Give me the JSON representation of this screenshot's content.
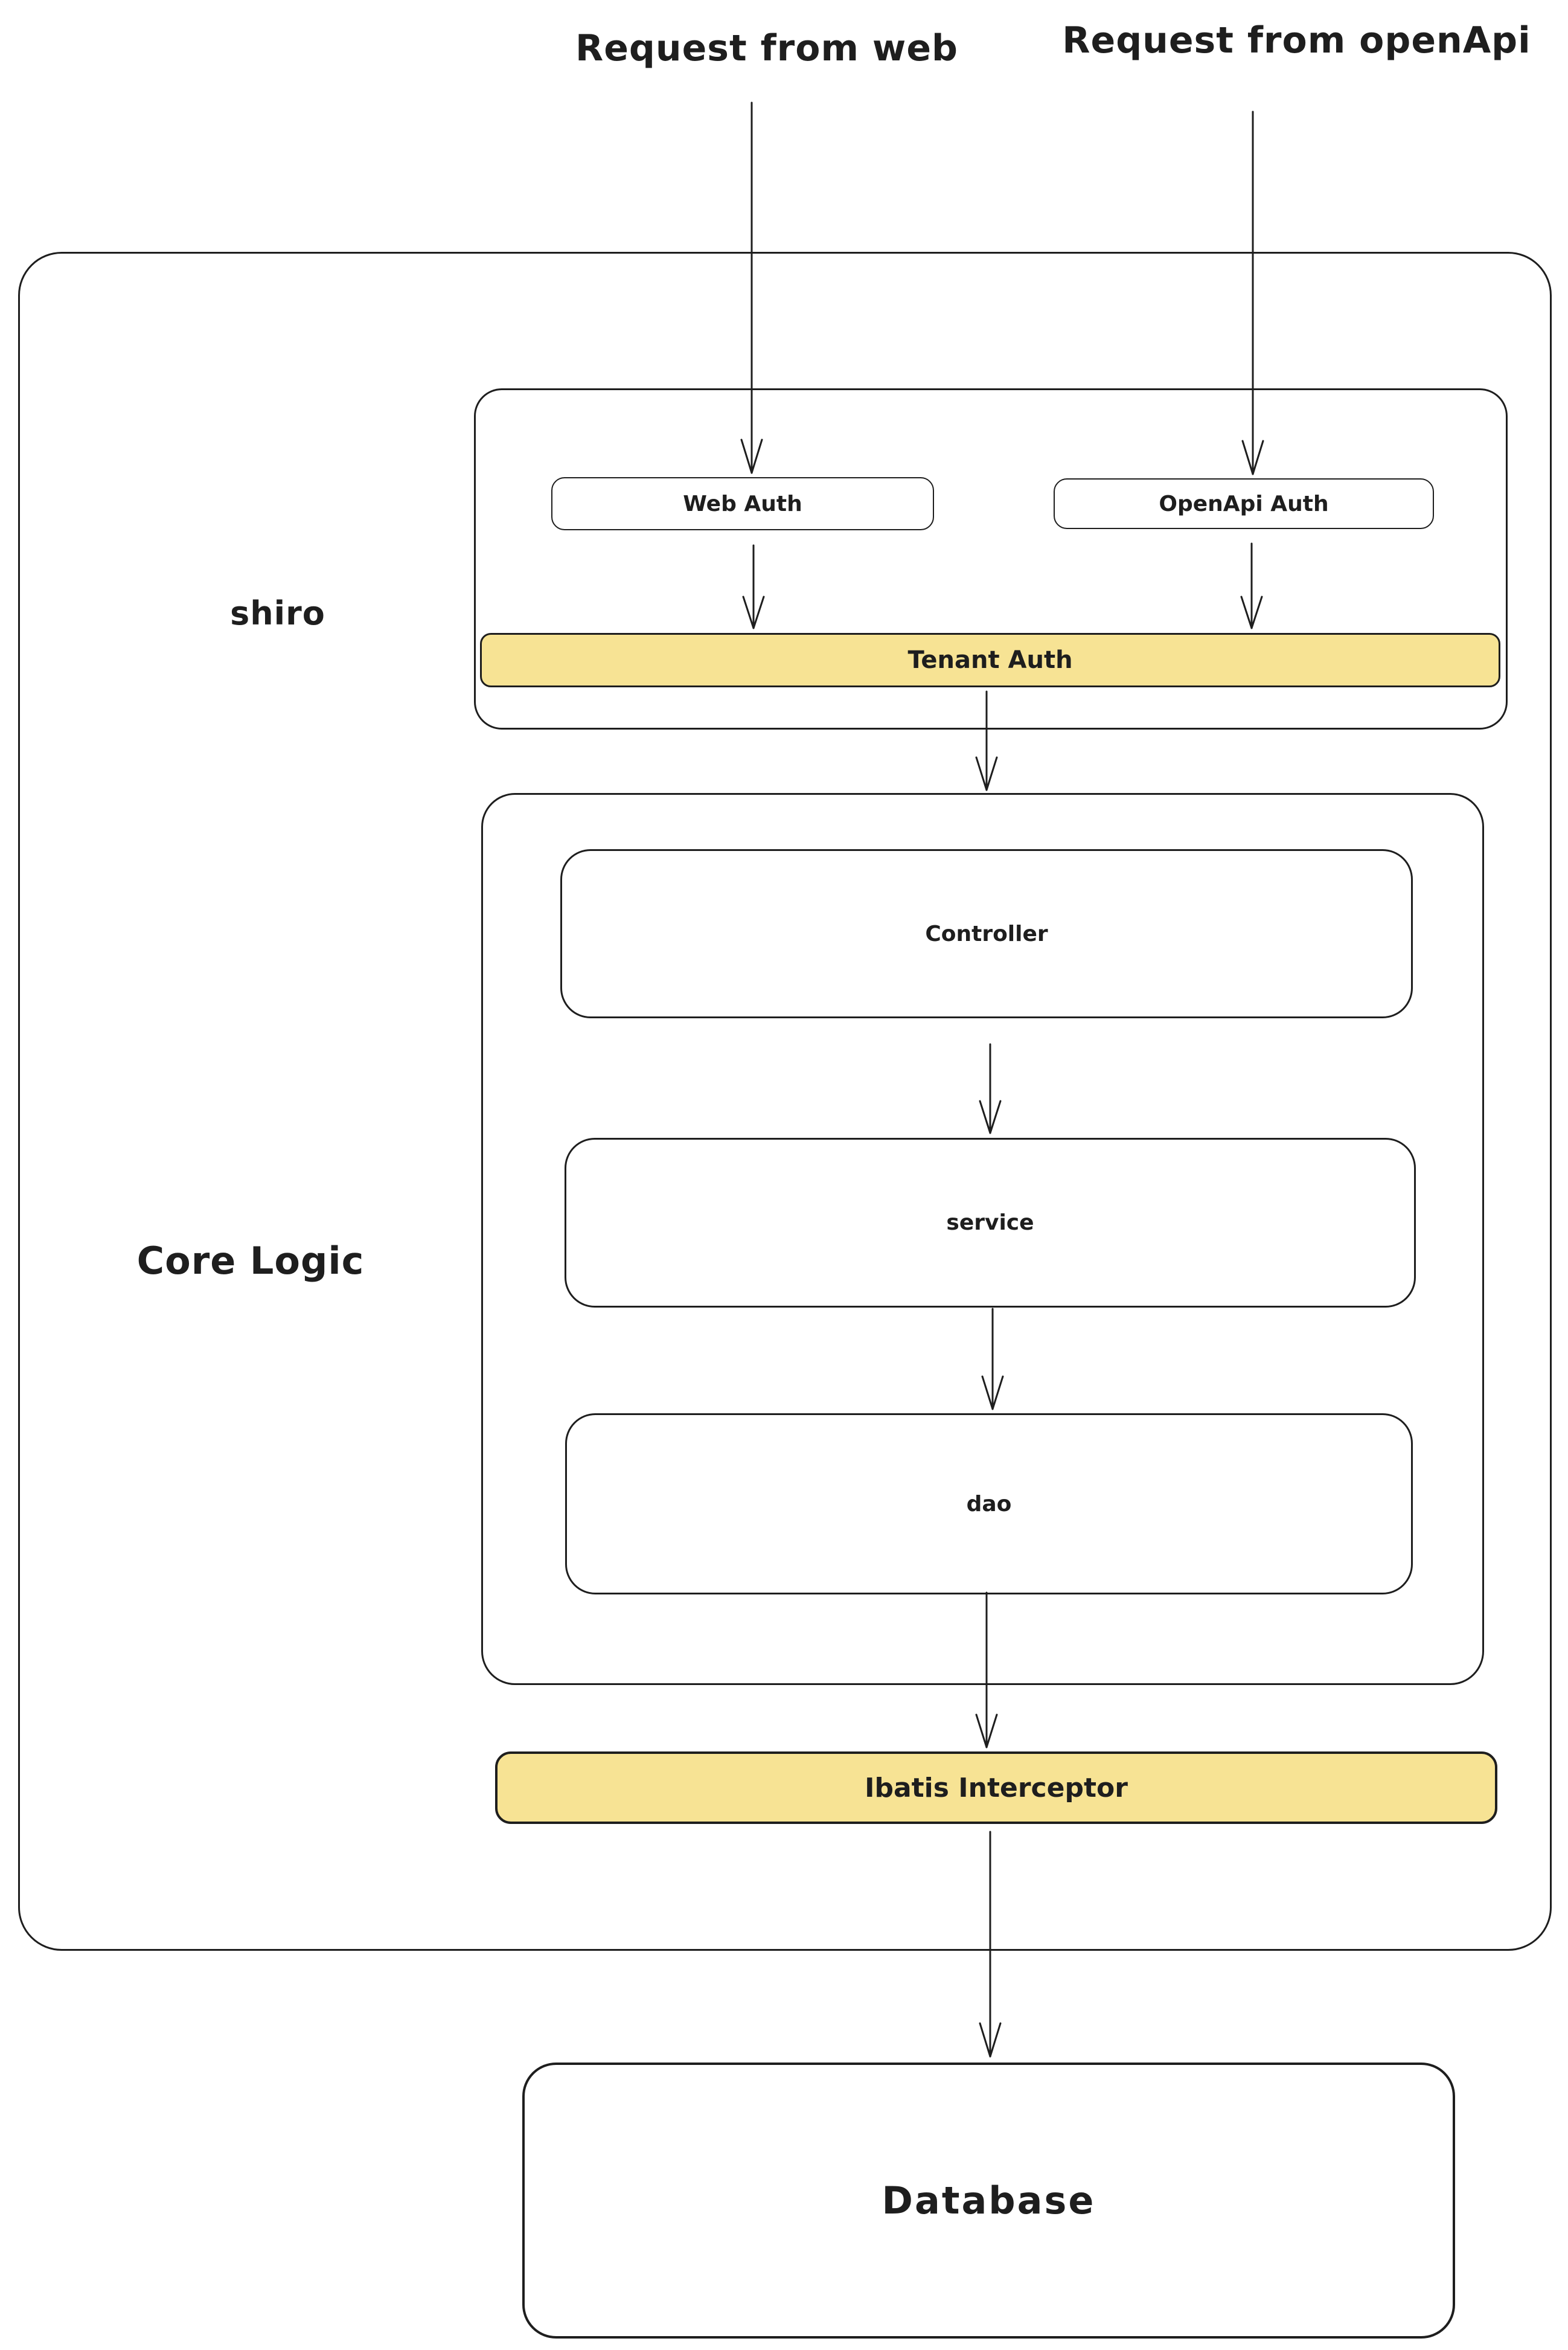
{
  "page": {
    "background": "#ffffff",
    "stroke_color": "#1e1e1e",
    "highlight_fill": "#f7e394"
  },
  "top_labels": {
    "web_request": "Request from web",
    "openapi_request": "Request from openApi"
  },
  "shiro_section": {
    "label": "shiro",
    "web_auth_label": "Web Auth",
    "openapi_auth_label": "OpenApi Auth",
    "tenant_auth_label": "Tenant Auth"
  },
  "core_logic_section": {
    "label": "Core Logic",
    "controller_label": "Controller",
    "service_label": "service",
    "dao_label": "dao"
  },
  "interceptor": {
    "label": "Ibatis Interceptor"
  },
  "database": {
    "label": "Database"
  }
}
